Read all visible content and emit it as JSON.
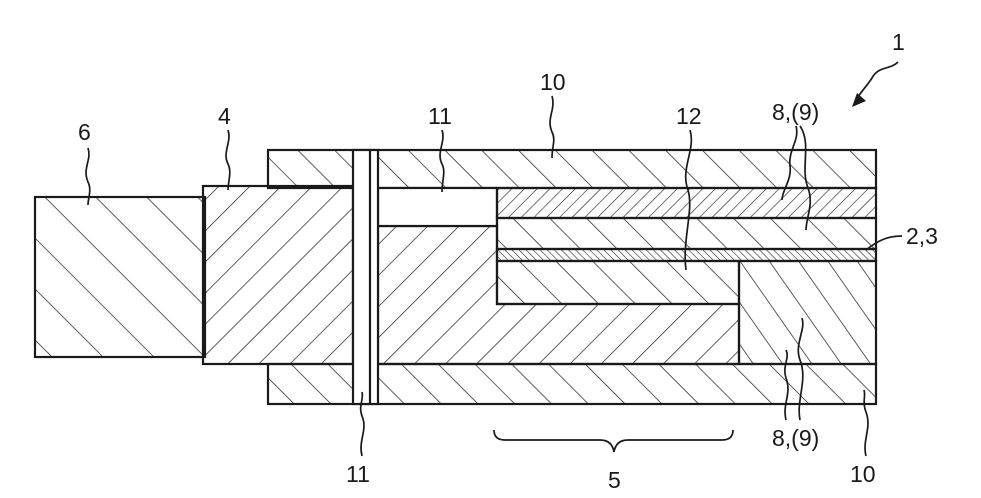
{
  "figure": {
    "labels": {
      "assembly": "1",
      "housing_top": "10",
      "housing_bottom": "10",
      "cylinder": "6",
      "block": "4",
      "channel_top": "11",
      "channel_bottom": "11",
      "insert": "12",
      "layer_upper": "8,(9)",
      "layer_lower": "8,(9)",
      "film": "2,3",
      "region": "5"
    }
  }
}
